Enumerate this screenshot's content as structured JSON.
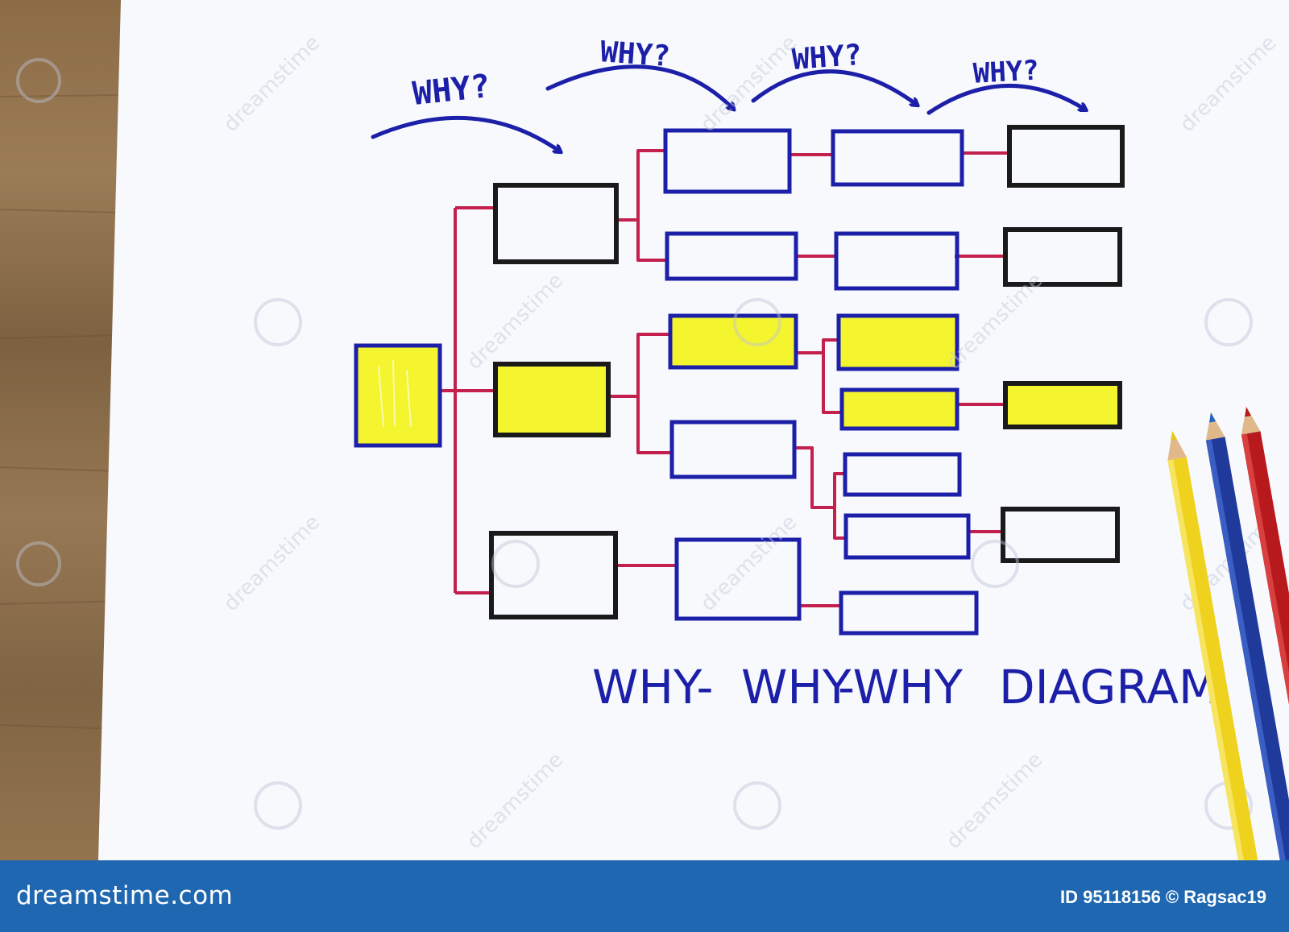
{
  "diagram": {
    "question_labels": [
      "WHY?",
      "WHY?",
      "WHY?",
      "WHY?"
    ],
    "title": "WHY-WHY-WHY DIAGRAM",
    "title_parts": [
      "WHY-",
      "WHY",
      "-WHY",
      "DIAGRAM"
    ],
    "colors": {
      "wood": "#8f714c",
      "paper": "#f8f9fd",
      "ink_blue": "#1c1fa8",
      "ink_black": "#1a1a1a",
      "connector_red": "#c3204e",
      "highlight_yellow": "#f4f52e",
      "footer_blue": "#1f67b0"
    },
    "highlighted_path": [
      "root",
      "level1-middle",
      "level2-c",
      "level3-c",
      "level3-d",
      "level4-c"
    ]
  },
  "watermark": {
    "text": "dreamstime"
  },
  "footer": {
    "logo": "dreamstime.com",
    "image_id": "ID 95118156 © Ragsac19"
  }
}
